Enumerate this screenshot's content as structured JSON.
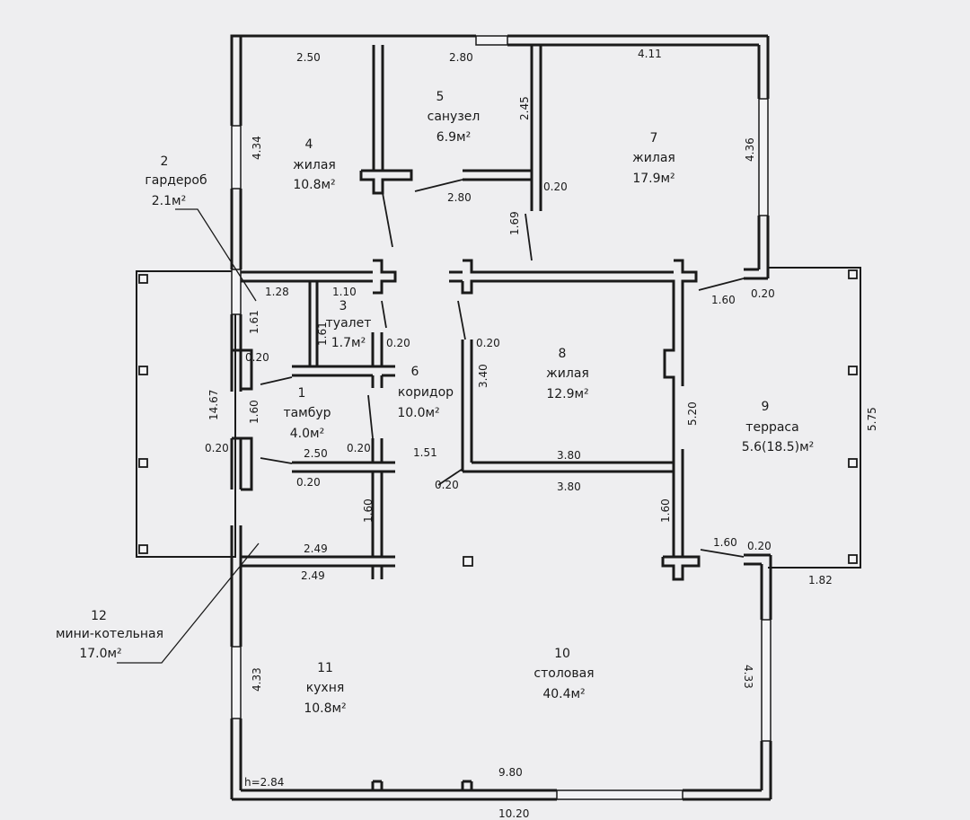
{
  "rooms": [
    {
      "id": "r1",
      "number": "1",
      "name": "тамбур",
      "area": "4.0м²"
    },
    {
      "id": "r2",
      "number": "2",
      "name": "гардероб",
      "area": "2.1м²"
    },
    {
      "id": "r3",
      "number": "3",
      "name": "туалет",
      "area": "1.7м²"
    },
    {
      "id": "r4",
      "number": "4",
      "name": "жилая",
      "area": "10.8м²"
    },
    {
      "id": "r5",
      "number": "5",
      "name": "санузел",
      "area": "6.9м²"
    },
    {
      "id": "r6",
      "number": "6",
      "name": "коридор",
      "area": "10.0м²"
    },
    {
      "id": "r7",
      "number": "7",
      "name": "жилая",
      "area": "17.9м²"
    },
    {
      "id": "r8",
      "number": "8",
      "name": "жилая",
      "area": "12.9м²"
    },
    {
      "id": "r9",
      "number": "9",
      "name": "терраса",
      "area": "5.6(18.5)м²"
    },
    {
      "id": "r10",
      "number": "10",
      "name": "столовая",
      "area": "40.4м²"
    },
    {
      "id": "r11",
      "number": "11",
      "name": "кухня",
      "area": "10.8м²"
    },
    {
      "id": "r12",
      "number": "12",
      "name": "мини-котельная",
      "area": "17.0м²"
    }
  ],
  "dimensions": {
    "d_250_top": "2.50",
    "d_280_top": "2.80",
    "d_411": "4.11",
    "d_434": "4.34",
    "d_245": "2.45",
    "d_436": "4.36",
    "d_280_mid": "2.80",
    "d_020_a": "0.20",
    "d_169": "1.69",
    "d_128": "1.28",
    "d_110": "1.10",
    "d_161_a": "1.61",
    "d_161_b": "1.61",
    "d_020_b": "0.20",
    "d_020_c": "0.20",
    "d_020_d": "0.20",
    "d_160_e": "1.60",
    "d_020_e": "0.20",
    "d_340": "3.40",
    "d_1467": "14.67",
    "d_160_a": "1.60",
    "d_520": "5.20",
    "d_575": "5.75",
    "d_020_f": "0.20",
    "d_250_mid": "2.50",
    "d_020_g": "0.20",
    "d_151": "1.51",
    "d_380_a": "3.80",
    "d_380_b": "3.80",
    "d_020_h": "0.20",
    "d_020_i": "0.20",
    "d_160_b": "1.60",
    "d_160_c": "1.60",
    "d_160_d": "1.60",
    "d_020_j": "0.20",
    "d_249_a": "2.49",
    "d_249_b": "2.49",
    "d_182": "1.82",
    "d_433_a": "4.33",
    "d_433_b": "4.33",
    "d_980": "9.80",
    "d_1020": "10.20",
    "height": "h=2.84"
  }
}
